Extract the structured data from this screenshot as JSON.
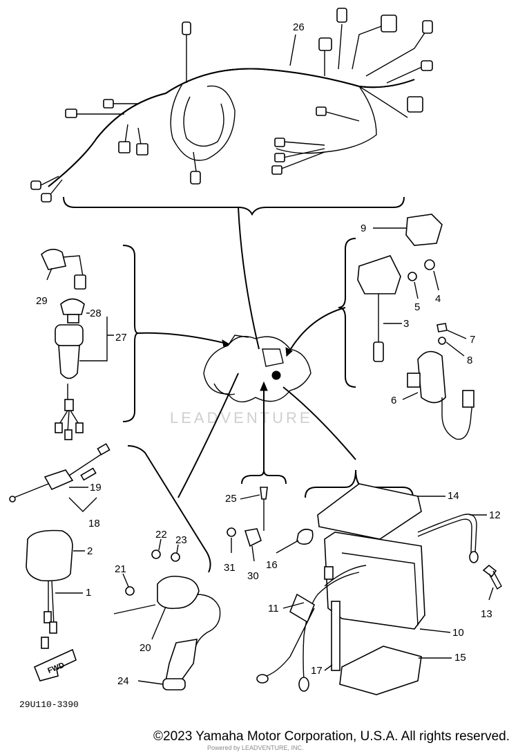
{
  "diagram": {
    "code": "29U110-3390",
    "watermark": "LEADVENTURE",
    "fwd_label": "FWD",
    "copyright": "©2023 Yamaha Motor Corporation, U.S.A. All rights reserved.",
    "faint_note": "Powered by LEADVENTURE, INC.",
    "callouts": {
      "n1": "1",
      "n2": "2",
      "n3": "3",
      "n4": "4",
      "n5": "5",
      "n6": "6",
      "n7": "7",
      "n8": "8",
      "n9": "9",
      "n10": "10",
      "n11": "11",
      "n12": "12",
      "n13": "13",
      "n14": "14",
      "n15": "15",
      "n16": "16",
      "n17": "17",
      "n18": "18",
      "n19": "19",
      "n20": "20",
      "n21": "21",
      "n22": "22",
      "n23": "23",
      "n24": "24",
      "n25": "25",
      "n26": "26",
      "n27": "27",
      "n28": "28",
      "n29": "29",
      "n30": "30",
      "n31": "31"
    }
  }
}
